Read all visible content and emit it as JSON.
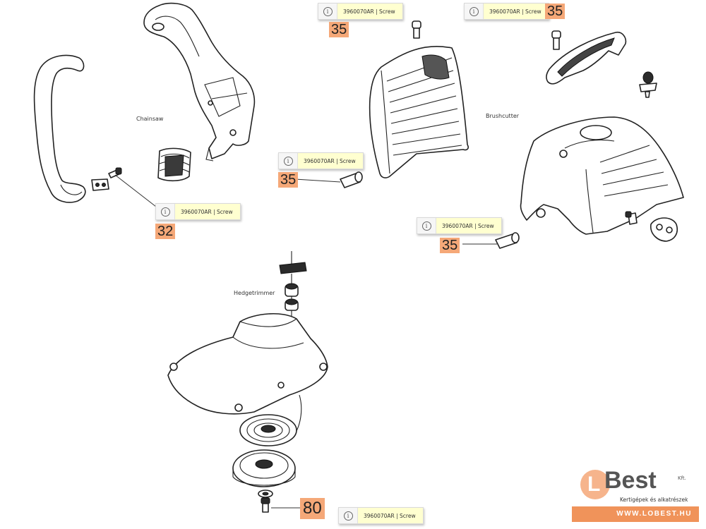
{
  "captions": {
    "chainsaw": "Chainsaw",
    "brushcutter": "Brushcutter",
    "hedgetrimmer": "Hedgetrimmer"
  },
  "callouts": [
    {
      "number": "35",
      "part_info": "3960070AR | Screw"
    },
    {
      "number": "35",
      "part_info": "3960070AR | Screw"
    },
    {
      "number": "35",
      "part_info": "3960070AR | Screw"
    },
    {
      "number": "32",
      "part_info": "3960070AR | Screw"
    },
    {
      "number": "35",
      "part_info": "3960070AR | Screw"
    },
    {
      "number": "80",
      "part_info": "3960070AR | Screw"
    }
  ],
  "info_icon": "info-circle-icon",
  "logo": {
    "brand": "Best",
    "letter": "L",
    "suffix": "Kft.",
    "tagline": "Kertigépek és alkatrészek",
    "url": "WWW.LOBEST.HU",
    "color": "#f0935a"
  },
  "highlight_color": "#f5a878",
  "tooltip_color": "#ffffd0"
}
